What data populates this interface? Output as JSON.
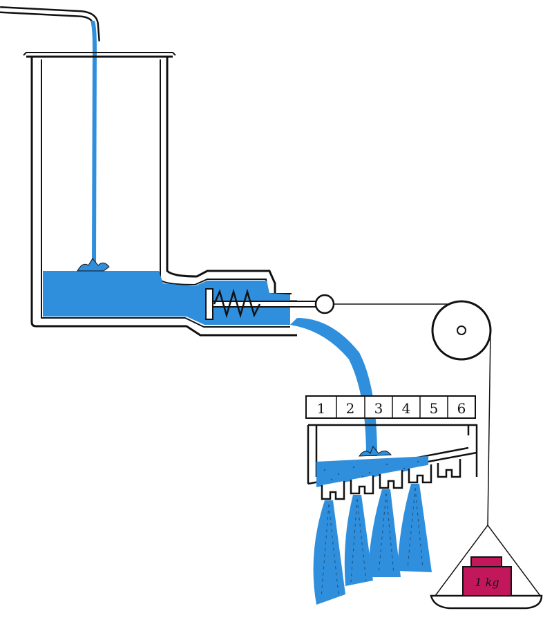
{
  "diagram": {
    "colors": {
      "water": "#2f8fdc",
      "outline": "#111111",
      "weight": "#c2185b",
      "paper": "#ffffff"
    },
    "scale_labels": [
      "1",
      "2",
      "3",
      "4",
      "5",
      "6"
    ],
    "weight_label": "1 kg",
    "trough_filled_slots": 4
  }
}
